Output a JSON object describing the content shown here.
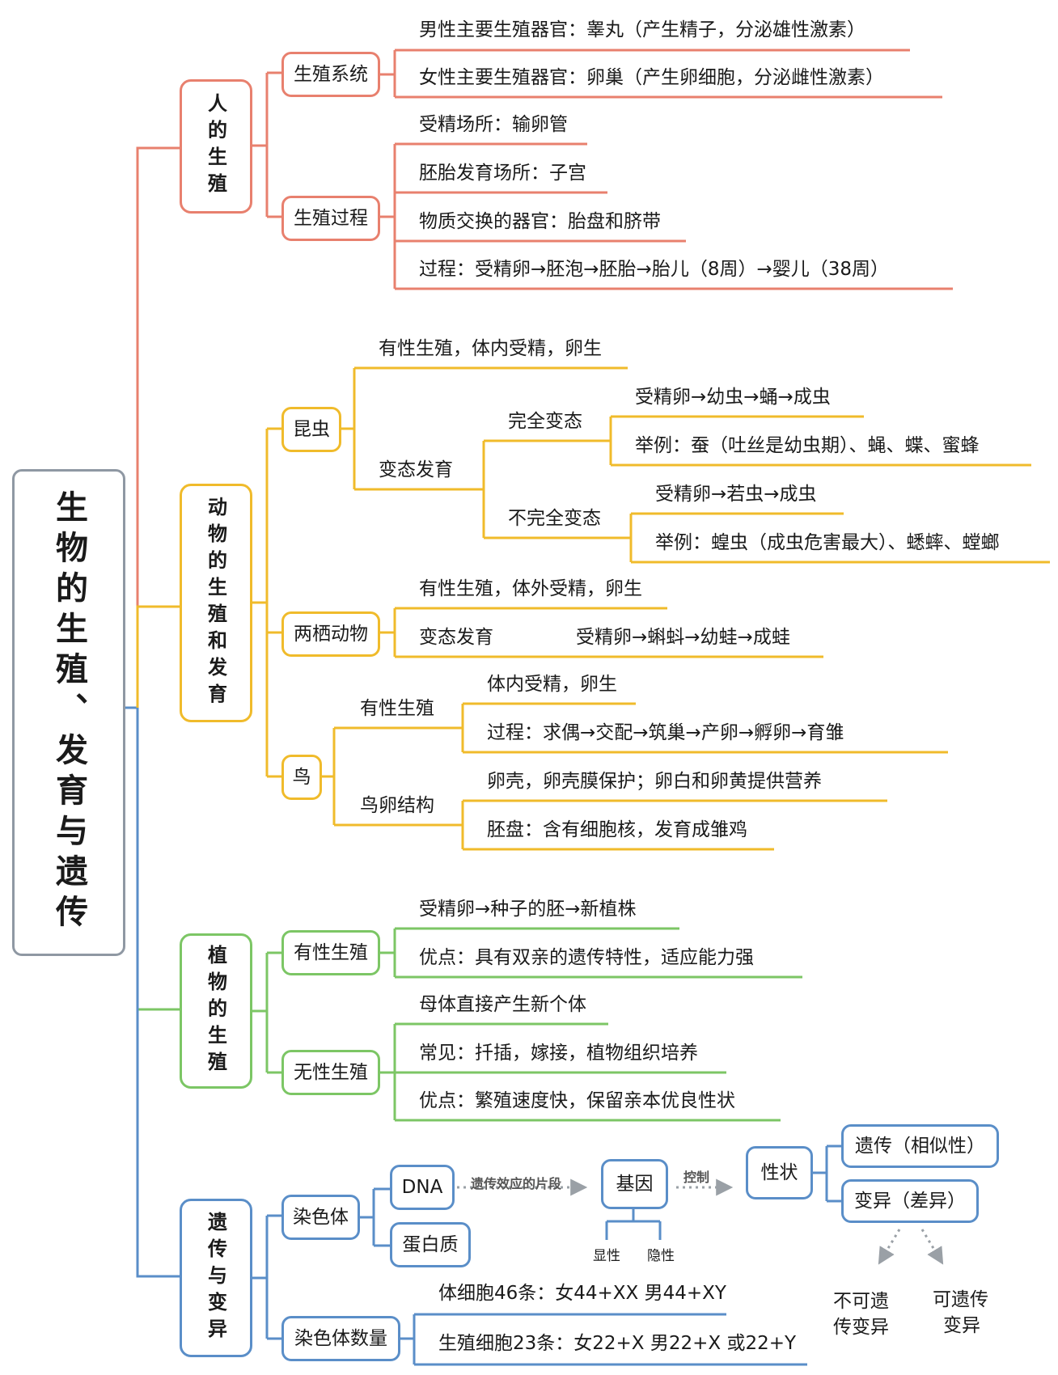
{
  "root": "生物的生殖、发育与遗传",
  "human": {
    "title": "人的生殖",
    "system": "生殖系统",
    "male": "男性主要生殖器官：睾丸（产生精子，分泌雄性激素）",
    "female": "女性主要生殖器官：卵巢（产生卵细胞，分泌雌性激素）",
    "process": "生殖过程",
    "fert_place": "受精场所：输卵管",
    "embryo_place": "胚胎发育场所：子宫",
    "exchange": "物质交换的器官：胎盘和脐带",
    "flow": "过程：受精卵→胚泡→胚胎→胎儿（8周）→婴儿（38周）"
  },
  "animal": {
    "title": "动物的生殖和发育",
    "insect": "昆虫",
    "insect_repro": "有性生殖，体内受精，卵生",
    "meta": "变态发育",
    "complete": "完全变态",
    "complete_flow": "受精卵→幼虫→蛹→成虫",
    "complete_ex": "举例：蚕（吐丝是幼虫期）、蝇、蝶、蜜蜂",
    "incomplete": "不完全变态",
    "incomplete_flow": "受精卵→若虫→成虫",
    "incomplete_ex": "举例：蝗虫（成虫危害最大）、蟋蟀、螳螂",
    "amphibian": "两栖动物",
    "amph_repro": "有性生殖，体外受精，卵生",
    "amph_meta": "变态发育",
    "amph_flow": "受精卵→蝌蚪→幼蛙→成蛙",
    "bird": "鸟",
    "bird_sexual": "有性生殖",
    "bird_fert": "体内受精，卵生",
    "bird_process": "过程：求偶→交配→筑巢→产卵→孵卵→育雏",
    "egg_struct": "鸟卵结构",
    "egg_shell": "卵壳，卵壳膜保护；卵白和卵黄提供营养",
    "egg_disc": "胚盘：含有细胞核，发育成雏鸡"
  },
  "plant": {
    "title": "植物的生殖",
    "sexual": "有性生殖",
    "sexual_flow": "受精卵→种子的胚→新植株",
    "sexual_adv": "优点：具有双亲的遗传特性，适应能力强",
    "asexual": "无性生殖",
    "asexual_def": "母体直接产生新个体",
    "asexual_common": "常见：扦插，嫁接，植物组织培养",
    "asexual_adv": "优点：繁殖速度快，保留亲本优良性状"
  },
  "genetics": {
    "title": "遗传与变异",
    "chromosome": "染色体",
    "dna": "DNA",
    "protein": "蛋白质",
    "segment_label": "遗传效应的片段",
    "gene": "基因",
    "control_label": "控制",
    "trait": "性状",
    "dominant": "显性",
    "recessive": "隐性",
    "heredity": "遗传（相似性）",
    "variation": "变异（差异）",
    "non_heritable": [
      "不可遗",
      "传变异"
    ],
    "heritable": [
      "可遗传",
      "变异"
    ],
    "chrom_count": "染色体数量",
    "somatic": "体细胞46条：女44+XX  男44+XY",
    "germ": "生殖细胞23条：女22+X  男22+X 或22+Y"
  },
  "colors": {
    "human": "#e8806e",
    "animal": "#f0bb2b",
    "plant": "#7cc665",
    "genetics": "#5a8ec8",
    "root": "#8f98a3"
  }
}
